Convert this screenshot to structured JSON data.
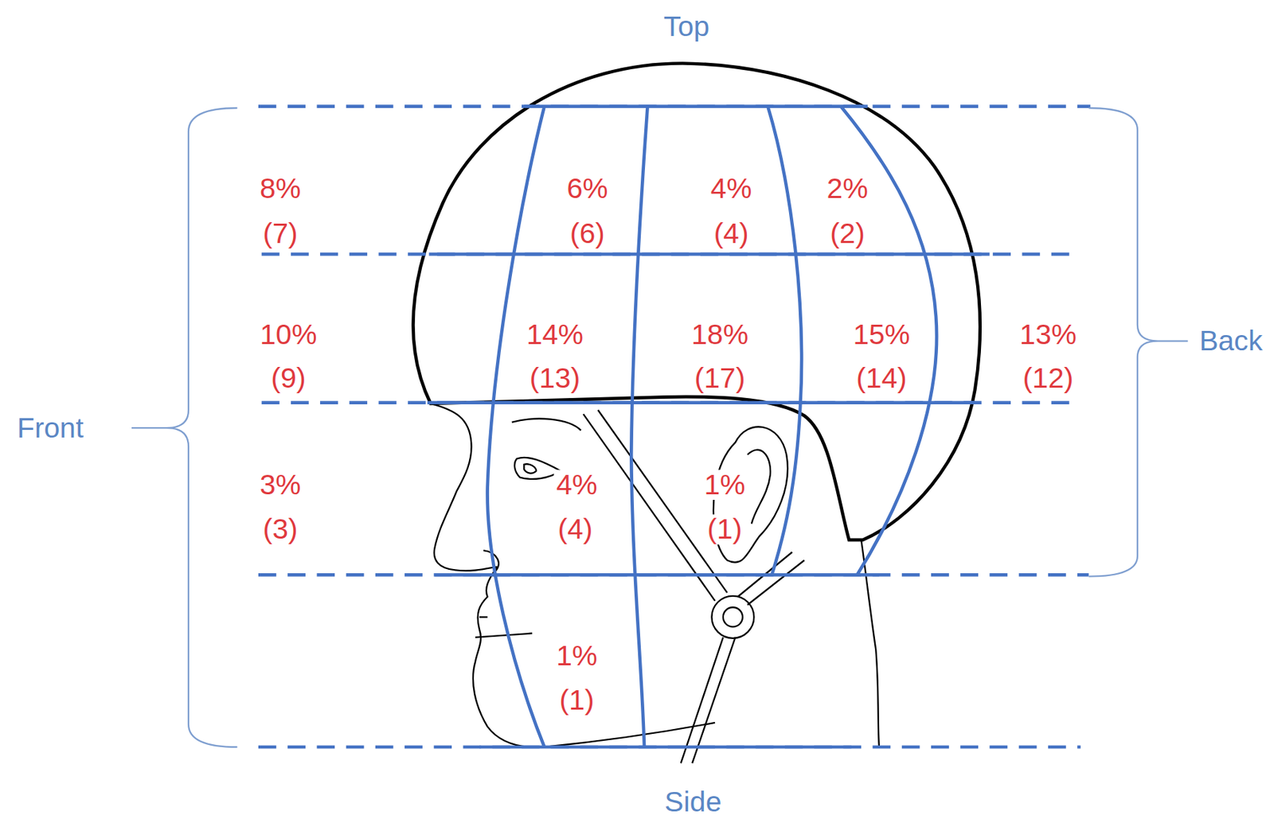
{
  "diagram": {
    "labels": [
      "Top",
      "8%",
      "(7)",
      "6%",
      "(6)",
      "4%",
      "(4)",
      "2%",
      "(2)",
      "10%",
      "(9)",
      "14%",
      "(13)",
      "18%",
      "(17)",
      "15%",
      "(14)",
      "13%",
      "(12)",
      "Front",
      "3%",
      "(3)",
      "4%",
      "(4)",
      "1%",
      "(1)",
      "Back",
      "1%",
      "(1)",
      "Side"
    ]
  }
}
